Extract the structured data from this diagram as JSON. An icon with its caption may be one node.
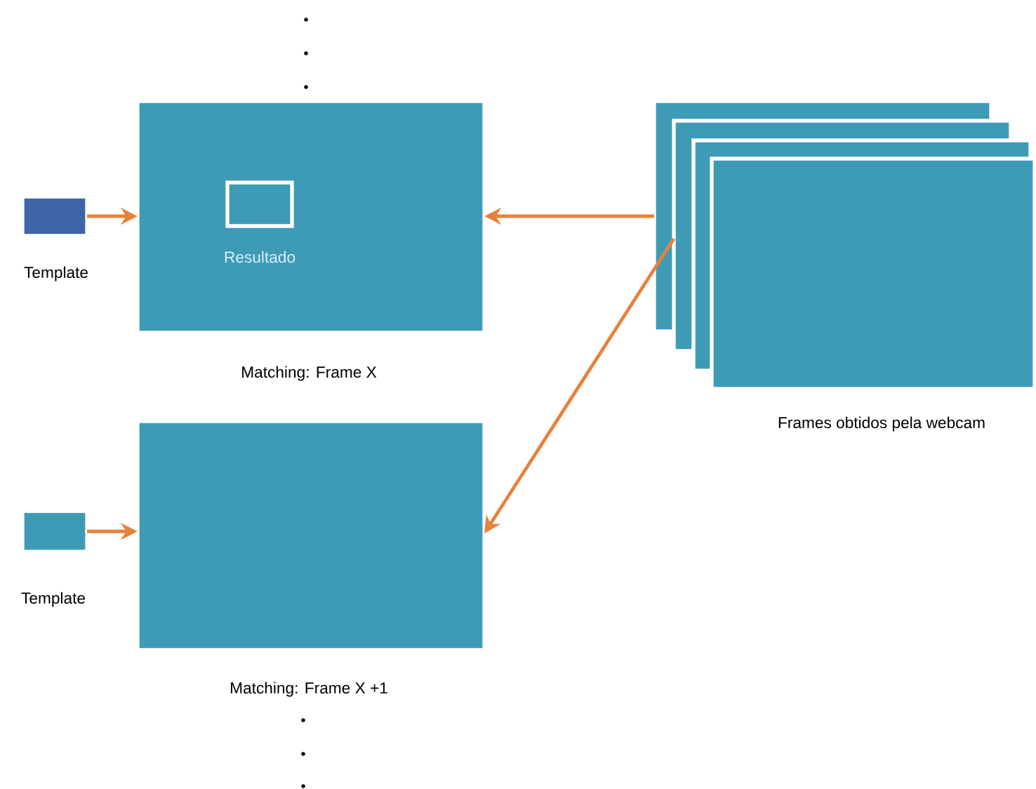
{
  "diagram": {
    "nodes": [
      {
        "text": [],
        "shape": "box",
        "beside": [
          "Template"
        ]
      },
      {
        "text": [],
        "shape": "box",
        "beside": [
          "Matching: Frame X"
        ]
      },
      {
        "text": [],
        "shape": "box",
        "in": 1,
        "beside": [
          "Resultado"
        ]
      },
      {
        "text": [],
        "shape": "box",
        "beside": [
          "Template"
        ]
      },
      {
        "text": [],
        "shape": "box",
        "beside": [
          "Matching: Frame X +1"
        ]
      },
      {
        "text": [],
        "shape": "box",
        "beside": [
          "Frames obtidos pela webcam"
        ]
      }
    ],
    "edges": [
      {
        "from": 0,
        "to": 1,
        "arrow": "to"
      },
      {
        "from": 5,
        "to": 1,
        "arrow": "to"
      },
      {
        "from": 5,
        "to": 4,
        "arrow": "to"
      },
      {
        "from": 3,
        "to": 4,
        "arrow": "to"
      }
    ]
  }
}
